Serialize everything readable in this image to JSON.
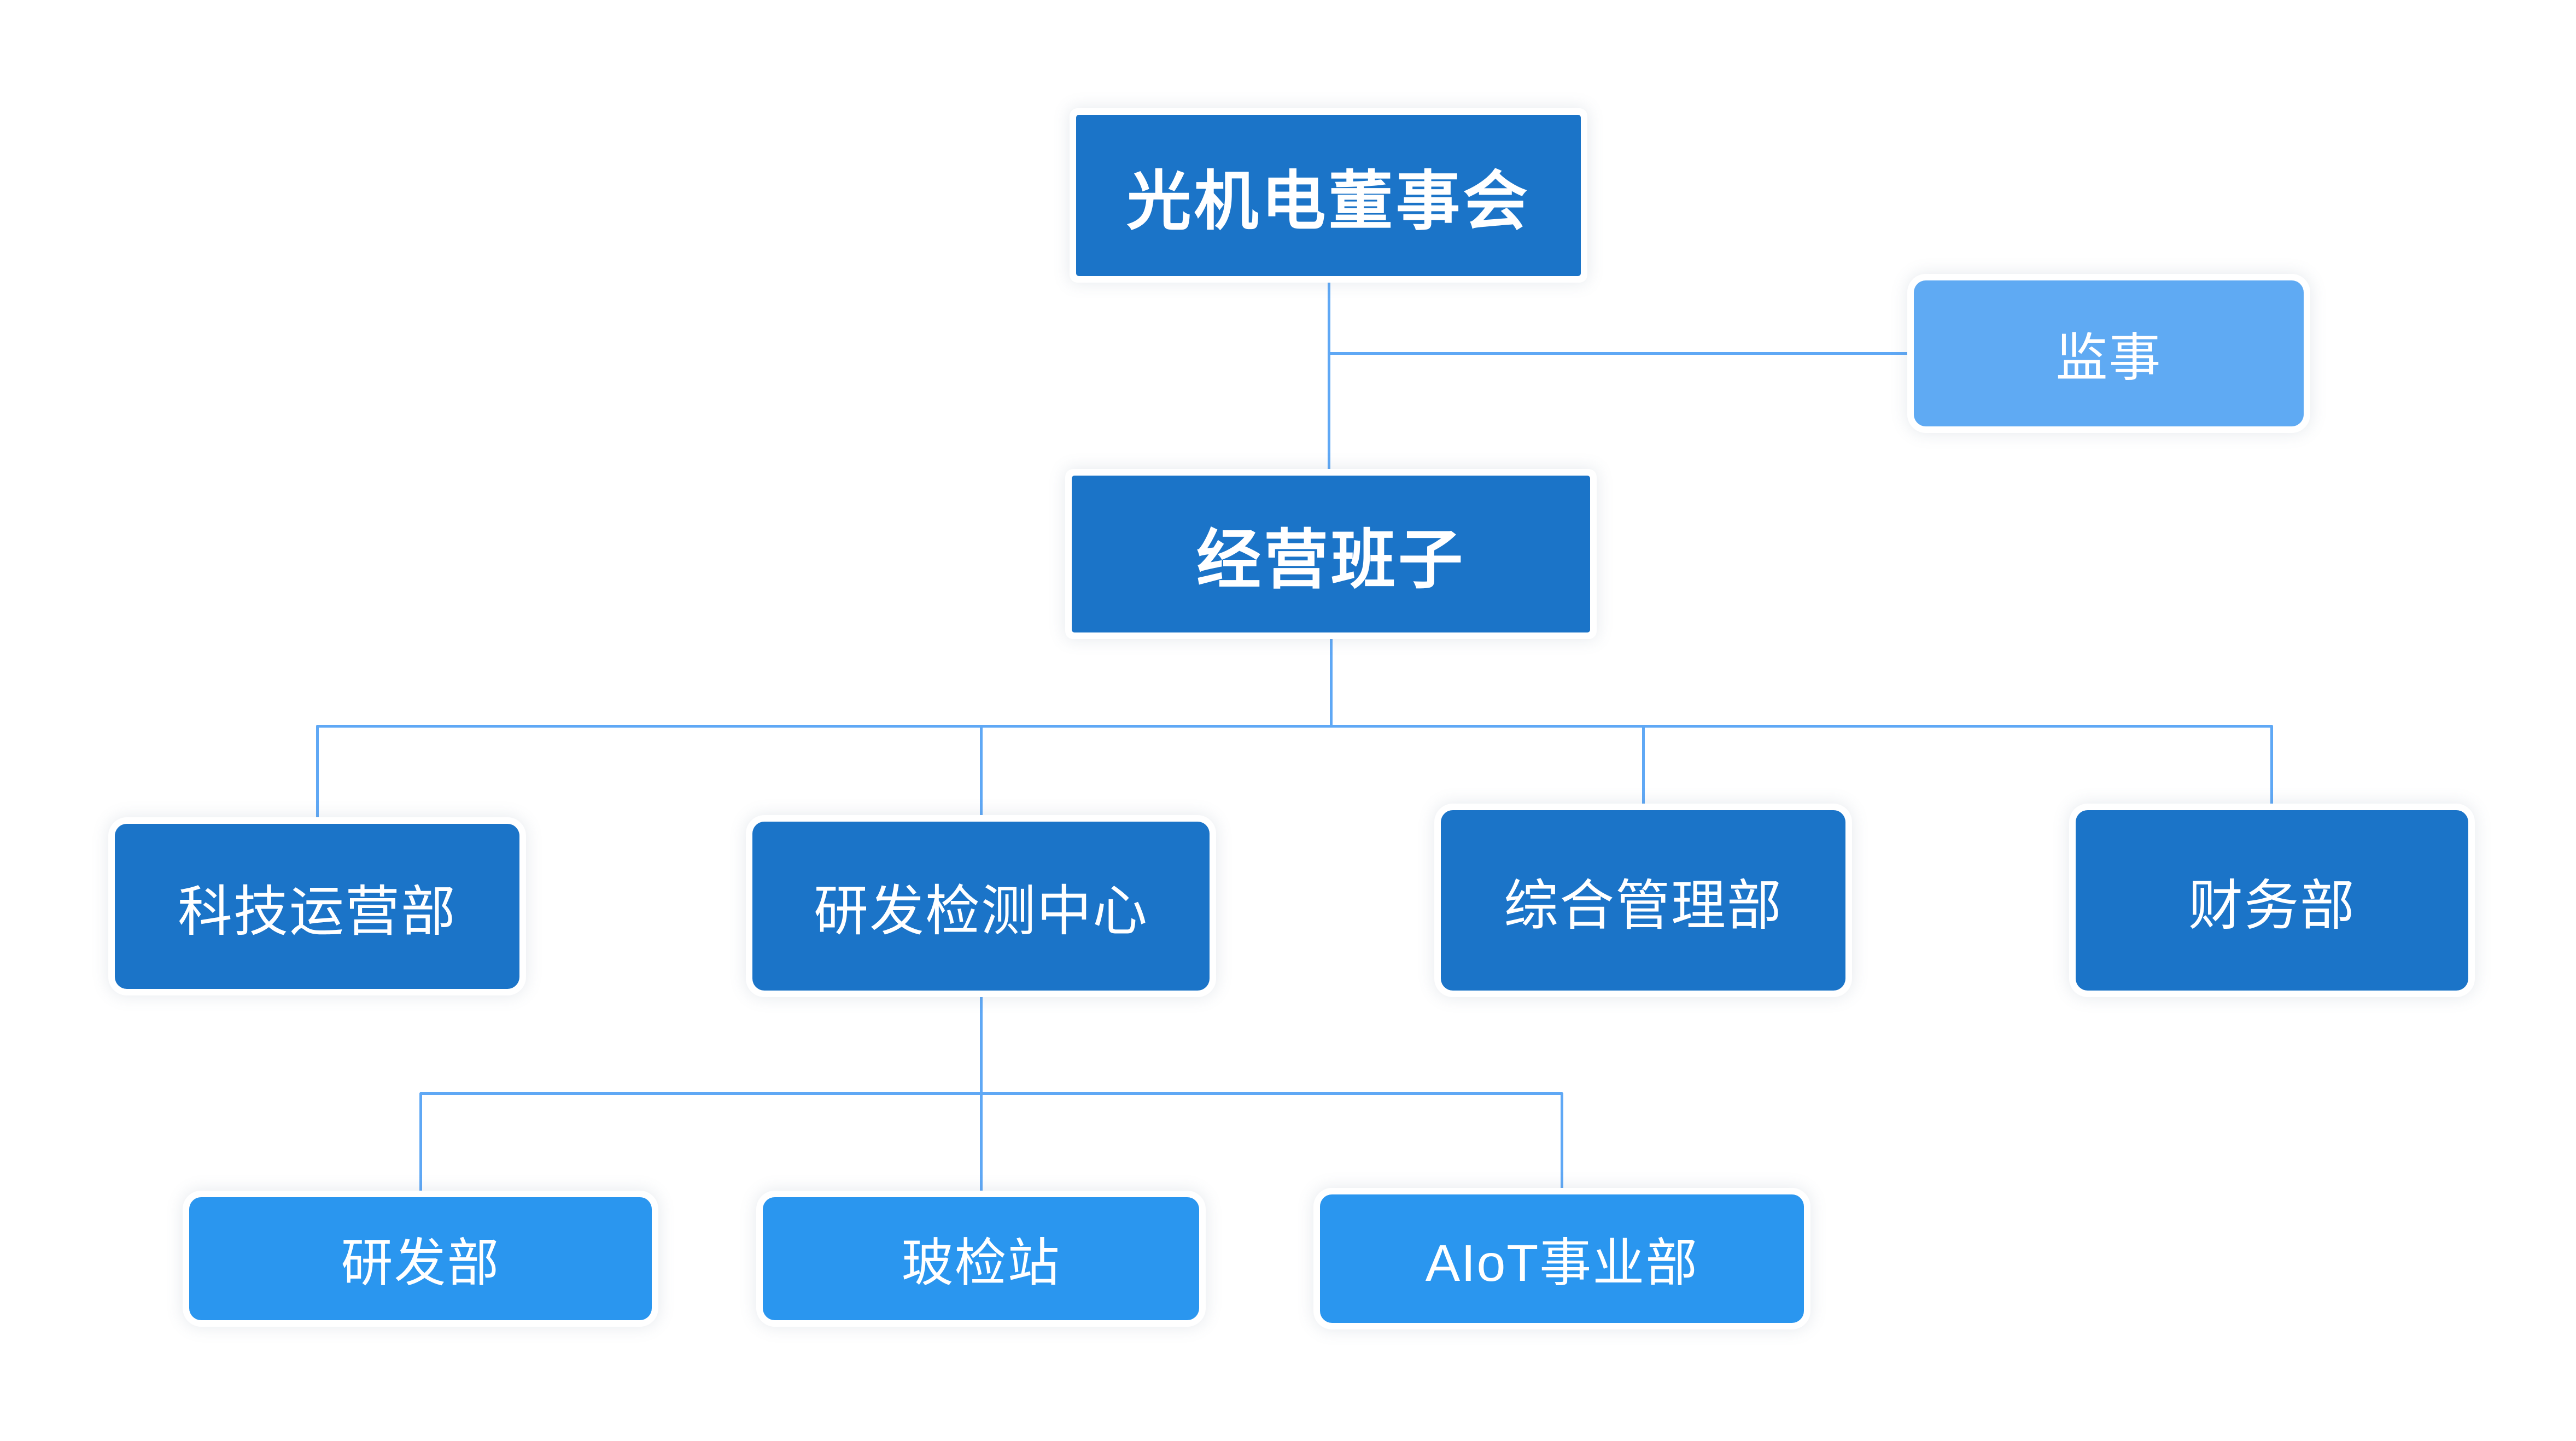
{
  "diagram": {
    "type": "org-chart",
    "nodes": {
      "board": {
        "label": "光机电董事会"
      },
      "supervisor": {
        "label": "监事"
      },
      "management": {
        "label": "经营班子"
      },
      "departments": [
        {
          "label": "科技运营部"
        },
        {
          "label": "研发检测中心"
        },
        {
          "label": "综合管理部"
        },
        {
          "label": "财务部"
        }
      ],
      "rd_children": [
        {
          "label": "研发部"
        },
        {
          "label": "玻检站"
        },
        {
          "label": "AIoT事业部"
        }
      ]
    },
    "colors": {
      "node_primary": "#1b74c8",
      "node_bright": "#2a96ef",
      "node_light": "#5faaf3",
      "connector": "#5fa8f5",
      "text": "#ffffff",
      "background": "#ffffff"
    }
  }
}
